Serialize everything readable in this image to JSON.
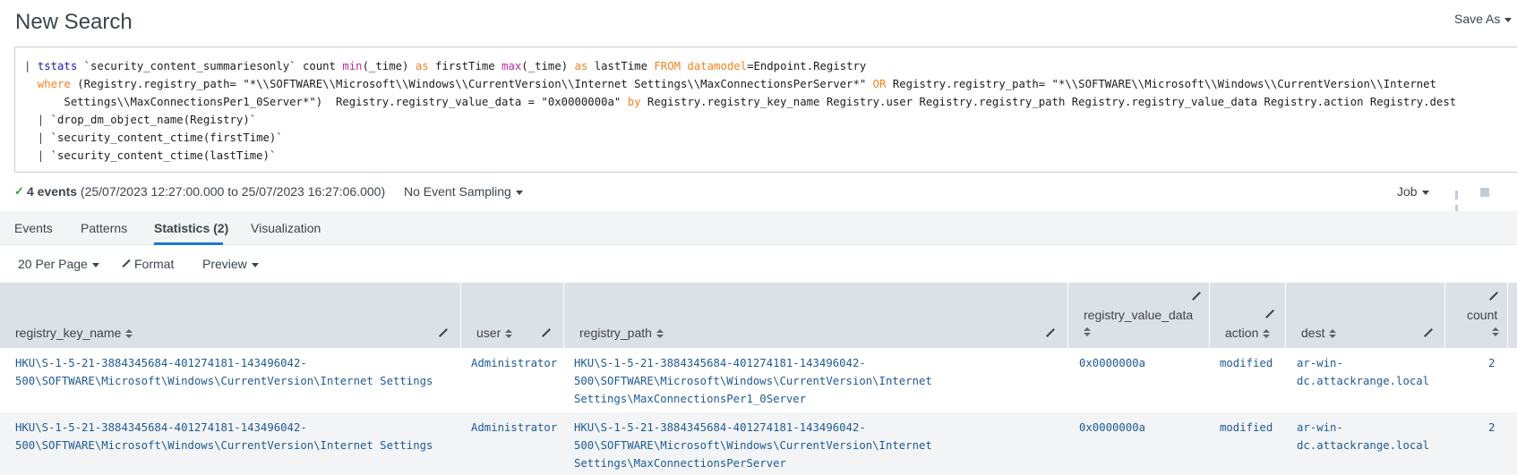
{
  "header": {
    "title": "New Search",
    "save_as_label": "Save As"
  },
  "search": {
    "query_lines": [
      [
        {
          "t": "| ",
          "c": "k-pipe"
        },
        {
          "t": "tstats",
          "c": "k-cmd"
        },
        {
          "t": " `security_content_summariesonly` count ",
          "c": ""
        },
        {
          "t": "min",
          "c": "k-fn"
        },
        {
          "t": "(_time) ",
          "c": ""
        },
        {
          "t": "as",
          "c": "k-kw"
        },
        {
          "t": " firstTime ",
          "c": ""
        },
        {
          "t": "max",
          "c": "k-fn"
        },
        {
          "t": "(_time) ",
          "c": ""
        },
        {
          "t": "as",
          "c": "k-kw"
        },
        {
          "t": " lastTime ",
          "c": ""
        },
        {
          "t": "FROM",
          "c": "k-kw"
        },
        {
          "t": " ",
          "c": ""
        },
        {
          "t": "datamodel",
          "c": "k-kw"
        },
        {
          "t": "=Endpoint.Registry",
          "c": ""
        }
      ],
      [
        {
          "t": "  ",
          "c": ""
        },
        {
          "t": "where",
          "c": "k-kw"
        },
        {
          "t": " (Registry.registry_path= \"*\\\\SOFTWARE\\\\Microsoft\\\\Windows\\\\CurrentVersion\\\\Internet Settings\\\\MaxConnectionsPerServer*\" ",
          "c": ""
        },
        {
          "t": "OR",
          "c": "k-kw"
        },
        {
          "t": " Registry.registry_path= \"*\\\\SOFTWARE\\\\Microsoft\\\\Windows\\\\CurrentVersion\\\\Internet",
          "c": ""
        }
      ],
      [
        {
          "t": "      Settings\\\\MaxConnectionsPer1_0Server*\")  Registry.registry_value_data = \"0x0000000a\" ",
          "c": ""
        },
        {
          "t": "by",
          "c": "k-kw"
        },
        {
          "t": " Registry.registry_key_name Registry.user Registry.registry_path Registry.registry_value_data Registry.action Registry.dest",
          "c": ""
        }
      ],
      [
        {
          "t": "  | ",
          "c": "k-pipe"
        },
        {
          "t": "`drop_dm_object_name(Registry)`",
          "c": ""
        }
      ],
      [
        {
          "t": "  | ",
          "c": "k-pipe"
        },
        {
          "t": "`security_content_ctime(firstTime)`",
          "c": ""
        }
      ],
      [
        {
          "t": "  | ",
          "c": "k-pipe"
        },
        {
          "t": "`security_content_ctime(lastTime)`",
          "c": ""
        }
      ]
    ]
  },
  "status": {
    "check_symbol": "✓",
    "events_count": "4 events",
    "events_range": " (25/07/2023 12:27:00.000 to 25/07/2023 16:27:06.000)",
    "sampling_label": "No Event Sampling",
    "job_label": "Job"
  },
  "tabs": [
    {
      "label": "Events",
      "active": false
    },
    {
      "label": "Patterns",
      "active": false
    },
    {
      "label": "Statistics (2)",
      "active": true
    },
    {
      "label": "Visualization",
      "active": false
    }
  ],
  "toolbar": {
    "per_page_label": "20 Per Page",
    "format_label": "Format",
    "preview_label": "Preview"
  },
  "table": {
    "columns": [
      {
        "name": "registry_key_name"
      },
      {
        "name": "user"
      },
      {
        "name": "registry_path"
      },
      {
        "name": "registry_value_data"
      },
      {
        "name": "action"
      },
      {
        "name": "dest"
      },
      {
        "name": "count"
      }
    ],
    "rows": [
      {
        "registry_key_name": "HKU\\S-1-5-21-3884345684-401274181-143496042-\n500\\SOFTWARE\\Microsoft\\Windows\\CurrentVersion\\Internet Settings",
        "user": "Administrator",
        "registry_path": "HKU\\S-1-5-21-3884345684-401274181-143496042-\n500\\SOFTWARE\\Microsoft\\Windows\\CurrentVersion\\Internet\nSettings\\MaxConnectionsPer1_0Server",
        "registry_value_data": "0x0000000a",
        "action": "modified",
        "dest": "ar-win-\ndc.attackrange.local",
        "count": "2"
      },
      {
        "registry_key_name": "HKU\\S-1-5-21-3884345684-401274181-143496042-\n500\\SOFTWARE\\Microsoft\\Windows\\CurrentVersion\\Internet Settings",
        "user": "Administrator",
        "registry_path": "HKU\\S-1-5-21-3884345684-401274181-143496042-\n500\\SOFTWARE\\Microsoft\\Windows\\CurrentVersion\\Internet\nSettings\\MaxConnectionsPerServer",
        "registry_value_data": "0x0000000a",
        "action": "modified",
        "dest": "ar-win-\ndc.attackrange.local",
        "count": "2"
      }
    ]
  },
  "colors": {
    "link": "#1e5a96",
    "tab_active_underline": "#1a7ad2",
    "header_bg": "#dce1e7",
    "check": "#3b9a3b"
  }
}
